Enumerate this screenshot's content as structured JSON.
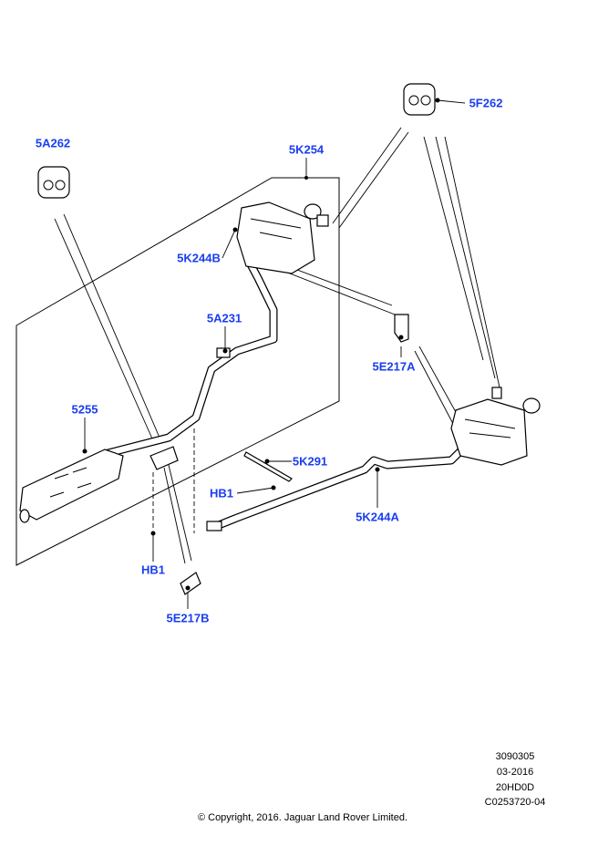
{
  "callouts": {
    "a5A262": "5A262",
    "a5K254": "5K254",
    "a5F262": "5F262",
    "a5K244B": "5K244B",
    "a5A231": "5A231",
    "a5E217A": "5E217A",
    "a5255": "5255",
    "a5K291": "5K291",
    "hb1_upper": "HB1",
    "a5K244A": "5K244A",
    "hb1_lower": "HB1",
    "a5E217B": "5E217B"
  },
  "info": {
    "ref_number": "3090305",
    "date": "03-2016",
    "model_code": "20HD0D",
    "illustration_id": "C0253720-04"
  },
  "copyright": "© Copyright, 2016. Jaguar Land Rover Limited.",
  "colors": {
    "callout": "#1a3ef0"
  }
}
